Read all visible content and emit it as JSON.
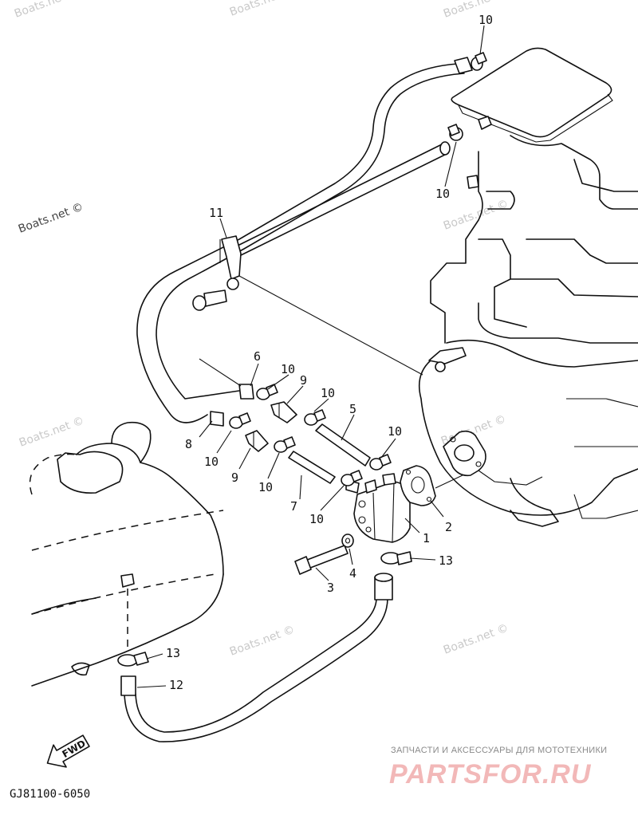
{
  "callouts": {
    "c1": "1",
    "c2": "2",
    "c3": "3",
    "c4": "4",
    "c5": "5",
    "c6": "6",
    "c7": "7",
    "c8": "8",
    "c9a": "9",
    "c9b": "9",
    "c10a": "10",
    "c10b": "10",
    "c10c": "10",
    "c10d": "10",
    "c10e": "10",
    "c10f": "10",
    "c10g": "10",
    "c10h": "10",
    "c11": "11",
    "c12": "12",
    "c13a": "13",
    "c13b": "13"
  },
  "watermark": "Boats.net ©",
  "fwd_label": "FWD",
  "diagram_code": "GJ81100-6050",
  "brand": {
    "tagline": "ЗАПЧАСТИ И АКСЕССУАРЫ ДЛЯ МОТОТЕХНИКИ",
    "logo": "PARTSFOR.RU"
  }
}
